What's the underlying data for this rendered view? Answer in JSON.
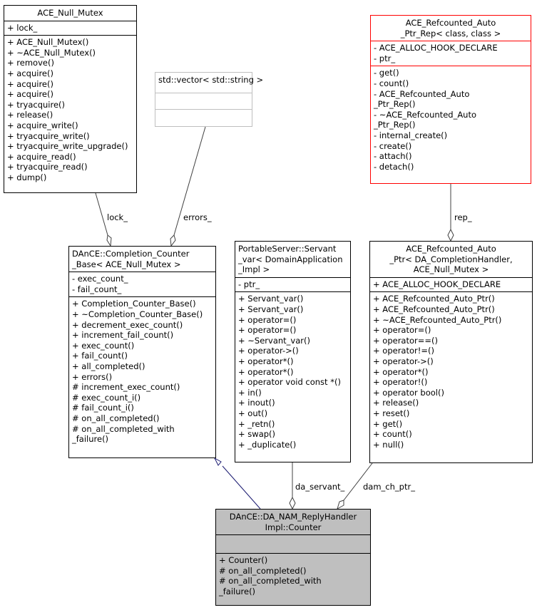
{
  "classes": {
    "null_mutex": {
      "title": [
        "ACE_Null_Mutex"
      ],
      "attributes": [
        "+ lock_"
      ],
      "methods": [
        "+ ACE_Null_Mutex()",
        "+ ~ACE_Null_Mutex()",
        "+ remove()",
        "+ acquire()",
        "+ acquire()",
        "+ acquire()",
        "+ tryacquire()",
        "+ release()",
        "+ acquire_write()",
        "+ tryacquire_write()",
        "+ tryacquire_write_upgrade()",
        "+ acquire_read()",
        "+ tryacquire_read()",
        "+ dump()"
      ]
    },
    "vector_string": {
      "title": [
        "std::vector< std::string >"
      ],
      "attributes": [],
      "methods": []
    },
    "refcounted_rep": {
      "title": [
        "ACE_Refcounted_Auto",
        "_Ptr_Rep< class, class >"
      ],
      "attributes": [
        "- ACE_ALLOC_HOOK_DECLARE",
        "- ptr_"
      ],
      "methods": [
        "- get()",
        "- count()",
        "- ACE_Refcounted_Auto",
        "_Ptr_Rep()",
        "- ~ACE_Refcounted_Auto",
        "_Ptr_Rep()",
        "- internal_create()",
        "- create()",
        "- attach()",
        "- detach()"
      ]
    },
    "completion_counter": {
      "title": [
        "DAnCE::Completion_Counter",
        "_Base< ACE_Null_Mutex >"
      ],
      "attributes": [
        "- exec_count_",
        "- fail_count_"
      ],
      "methods": [
        "+ Completion_Counter_Base()",
        "+ ~Completion_Counter_Base()",
        "+ decrement_exec_count()",
        "+ increment_fail_count()",
        "+ exec_count()",
        "+ fail_count()",
        "+ all_completed()",
        "+ errors()",
        "# increment_exec_count()",
        "# exec_count_i()",
        "# fail_count_i()",
        "# on_all_completed()",
        "# on_all_completed_with",
        "_failure()"
      ]
    },
    "servant_var": {
      "title": [
        "PortableServer::Servant",
        "_var< DomainApplication",
        "_Impl >"
      ],
      "attributes": [
        "- ptr_"
      ],
      "methods": [
        "+ Servant_var()",
        "+ Servant_var()",
        "+ operator=()",
        "+ operator=()",
        "+ ~Servant_var()",
        "+ operator->()",
        "+ operator*()",
        "+ operator*()",
        "+ operator void const *()",
        "+ in()",
        "+ inout()",
        "+ out()",
        "+ _retn()",
        "+ swap()",
        "+ _duplicate()"
      ]
    },
    "refcounted_ptr": {
      "title": [
        "ACE_Refcounted_Auto",
        "_Ptr< DA_CompletionHandler,",
        "ACE_Null_Mutex >"
      ],
      "attributes": [
        "+ ACE_ALLOC_HOOK_DECLARE"
      ],
      "methods": [
        "+ ACE_Refcounted_Auto_Ptr()",
        "+ ACE_Refcounted_Auto_Ptr()",
        "+ ~ACE_Refcounted_Auto_Ptr()",
        "+ operator=()",
        "+ operator==()",
        "+ operator!=()",
        "+ operator->()",
        "+ operator*()",
        "+ operator!()",
        "+ operator bool()",
        "+ release()",
        "+ reset()",
        "+ get()",
        "+ count()",
        "+ null()"
      ]
    },
    "counter": {
      "title": [
        "DAnCE::DA_NAM_ReplyHandler",
        "Impl::Counter"
      ],
      "attributes": [],
      "methods": [
        "+ Counter()",
        "# on_all_completed()",
        "# on_all_completed_with",
        "_failure()"
      ]
    }
  },
  "edges": {
    "lock": "lock_",
    "errors": "errors_",
    "rep": "rep_",
    "da_servant": "da_servant_",
    "dam_ch_ptr": "dam_ch_ptr_"
  },
  "colors": {
    "focus_fill": "#bfbfbf",
    "template_border": "#bfbfbf",
    "highlight_border": "#ff0000",
    "inheritance_line": "#191970",
    "aggregation_line": "#404040"
  }
}
